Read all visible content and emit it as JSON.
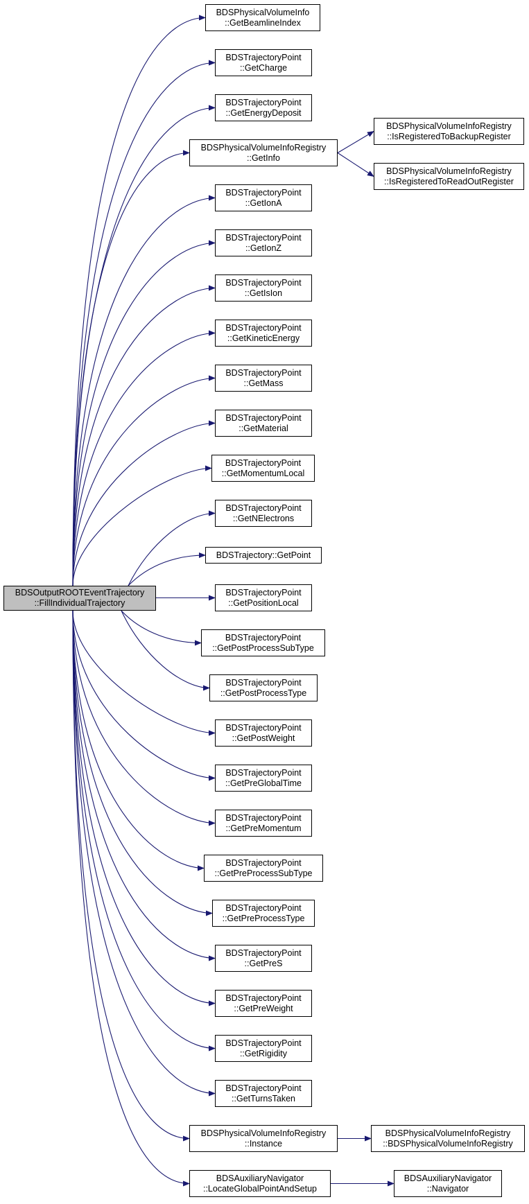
{
  "colors": {
    "edge": "#191970",
    "node_border": "#000000",
    "root_fill": "#bfbfbf",
    "node_fill": "#ffffff"
  },
  "nodes": {
    "root": {
      "line1": "BDSOutputROOTEventTrajectory",
      "line2": "::FillIndividualTrajectory"
    },
    "getBeamlineIndex": {
      "line1": "BDSPhysicalVolumeInfo",
      "line2": "::GetBeamlineIndex"
    },
    "getCharge": {
      "line1": "BDSTrajectoryPoint",
      "line2": "::GetCharge"
    },
    "getEnergyDeposit": {
      "line1": "BDSTrajectoryPoint",
      "line2": "::GetEnergyDeposit"
    },
    "getInfo": {
      "line1": "BDSPhysicalVolumeInfoRegistry",
      "line2": "::GetInfo"
    },
    "isRegBackup": {
      "line1": "BDSPhysicalVolumeInfoRegistry",
      "line2": "::IsRegisteredToBackupRegister"
    },
    "isRegReadOut": {
      "line1": "BDSPhysicalVolumeInfoRegistry",
      "line2": "::IsRegisteredToReadOutRegister"
    },
    "getIonA": {
      "line1": "BDSTrajectoryPoint",
      "line2": "::GetIonA"
    },
    "getIonZ": {
      "line1": "BDSTrajectoryPoint",
      "line2": "::GetIonZ"
    },
    "getIsIon": {
      "line1": "BDSTrajectoryPoint",
      "line2": "::GetIsIon"
    },
    "getKineticEnergy": {
      "line1": "BDSTrajectoryPoint",
      "line2": "::GetKineticEnergy"
    },
    "getMass": {
      "line1": "BDSTrajectoryPoint",
      "line2": "::GetMass"
    },
    "getMaterial": {
      "line1": "BDSTrajectoryPoint",
      "line2": "::GetMaterial"
    },
    "getMomentumLocal": {
      "line1": "BDSTrajectoryPoint",
      "line2": "::GetMomentumLocal"
    },
    "getNElectrons": {
      "line1": "BDSTrajectoryPoint",
      "line2": "::GetNElectrons"
    },
    "getPoint": {
      "line1": "BDSTrajectory::GetPoint",
      "line2": ""
    },
    "getPositionLocal": {
      "line1": "BDSTrajectoryPoint",
      "line2": "::GetPositionLocal"
    },
    "getPostProcessSubType": {
      "line1": "BDSTrajectoryPoint",
      "line2": "::GetPostProcessSubType"
    },
    "getPostProcessType": {
      "line1": "BDSTrajectoryPoint",
      "line2": "::GetPostProcessType"
    },
    "getPostWeight": {
      "line1": "BDSTrajectoryPoint",
      "line2": "::GetPostWeight"
    },
    "getPreGlobalTime": {
      "line1": "BDSTrajectoryPoint",
      "line2": "::GetPreGlobalTime"
    },
    "getPreMomentum": {
      "line1": "BDSTrajectoryPoint",
      "line2": "::GetPreMomentum"
    },
    "getPreProcessSubType": {
      "line1": "BDSTrajectoryPoint",
      "line2": "::GetPreProcessSubType"
    },
    "getPreProcessType": {
      "line1": "BDSTrajectoryPoint",
      "line2": "::GetPreProcessType"
    },
    "getPreS": {
      "line1": "BDSTrajectoryPoint",
      "line2": "::GetPreS"
    },
    "getPreWeight": {
      "line1": "BDSTrajectoryPoint",
      "line2": "::GetPreWeight"
    },
    "getRigidity": {
      "line1": "BDSTrajectoryPoint",
      "line2": "::GetRigidity"
    },
    "getTurnsTaken": {
      "line1": "BDSTrajectoryPoint",
      "line2": "::GetTurnsTaken"
    },
    "instance": {
      "line1": "BDSPhysicalVolumeInfoRegistry",
      "line2": "::Instance"
    },
    "ctorRegistry": {
      "line1": "BDSPhysicalVolumeInfoRegistry",
      "line2": "::BDSPhysicalVolumeInfoRegistry"
    },
    "locateGlobal": {
      "line1": "BDSAuxiliaryNavigator",
      "line2": "::LocateGlobalPointAndSetup"
    },
    "navigator": {
      "line1": "BDSAuxiliaryNavigator",
      "line2": "::Navigator"
    }
  },
  "edges": [
    [
      "root",
      "getBeamlineIndex"
    ],
    [
      "root",
      "getCharge"
    ],
    [
      "root",
      "getEnergyDeposit"
    ],
    [
      "root",
      "getInfo"
    ],
    [
      "getInfo",
      "isRegBackup"
    ],
    [
      "getInfo",
      "isRegReadOut"
    ],
    [
      "root",
      "getIonA"
    ],
    [
      "root",
      "getIonZ"
    ],
    [
      "root",
      "getIsIon"
    ],
    [
      "root",
      "getKineticEnergy"
    ],
    [
      "root",
      "getMass"
    ],
    [
      "root",
      "getMaterial"
    ],
    [
      "root",
      "getMomentumLocal"
    ],
    [
      "root",
      "getNElectrons"
    ],
    [
      "root",
      "getPoint"
    ],
    [
      "root",
      "getPositionLocal"
    ],
    [
      "root",
      "getPostProcessSubType"
    ],
    [
      "root",
      "getPostProcessType"
    ],
    [
      "root",
      "getPostWeight"
    ],
    [
      "root",
      "getPreGlobalTime"
    ],
    [
      "root",
      "getPreMomentum"
    ],
    [
      "root",
      "getPreProcessSubType"
    ],
    [
      "root",
      "getPreProcessType"
    ],
    [
      "root",
      "getPreS"
    ],
    [
      "root",
      "getPreWeight"
    ],
    [
      "root",
      "getRigidity"
    ],
    [
      "root",
      "getTurnsTaken"
    ],
    [
      "root",
      "instance"
    ],
    [
      "instance",
      "ctorRegistry"
    ],
    [
      "root",
      "locateGlobal"
    ],
    [
      "locateGlobal",
      "navigator"
    ]
  ]
}
